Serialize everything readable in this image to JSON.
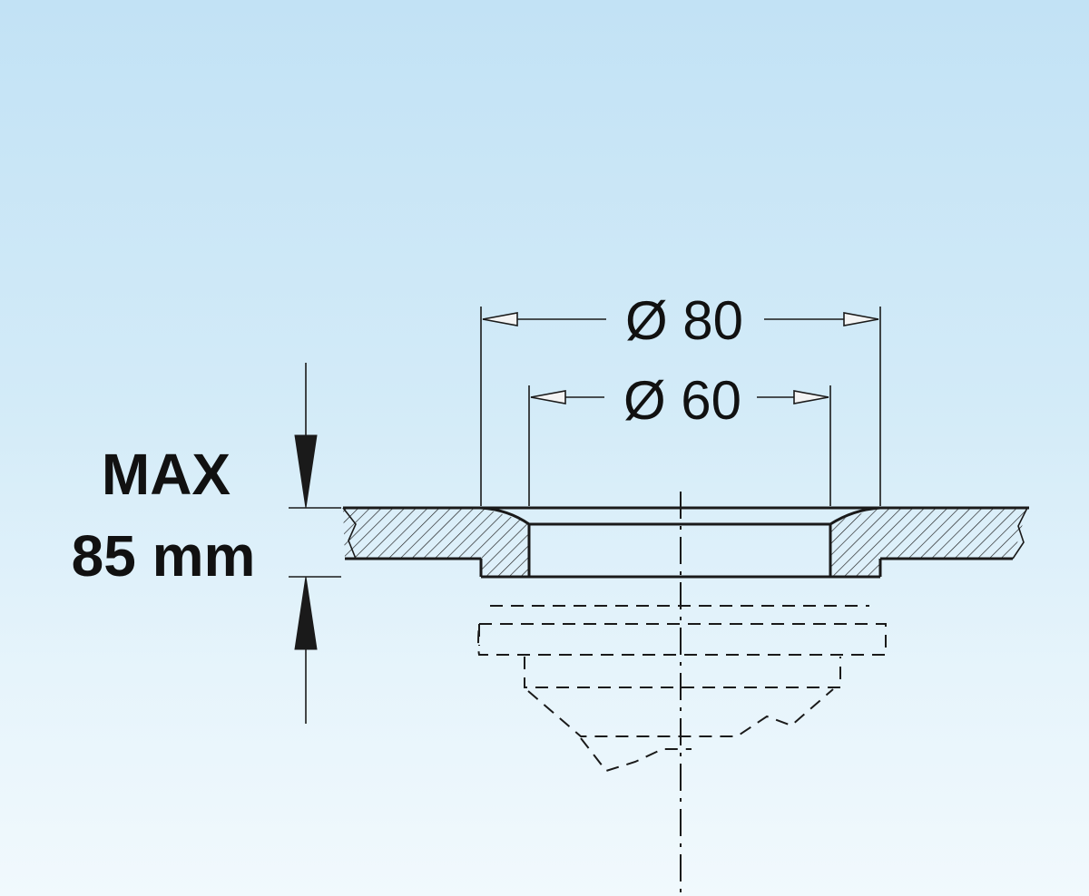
{
  "dimensions": {
    "outer_diameter_label": "Ø 80",
    "inner_diameter_label": "Ø 60"
  },
  "thickness": {
    "line1": "MAX",
    "line2": "85 mm"
  }
}
